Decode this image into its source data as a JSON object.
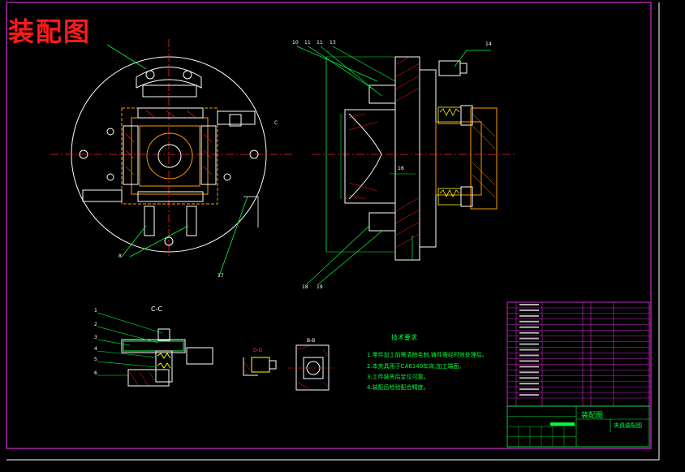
{
  "title": "装配图",
  "section_cc": "C-C",
  "section_dd": "D-D",
  "section_bb": "B-B",
  "tech_req": {
    "title": "技术要求",
    "items": [
      "1.零件加工前需清除毛刺,铸件需经时效处理后。",
      "2.本夹具用于CA6140车床,加工端面。",
      "3.工件装夹后定位可靠。",
      "4.装配后检验配合精度。"
    ]
  },
  "title_block": {
    "drawing_name": "装配图",
    "drawing_sub": "夹具装配图"
  },
  "part_numbers_top": [
    "10",
    "11",
    "11",
    "13",
    "14"
  ],
  "part_numbers_left": [
    "1",
    "2",
    "3",
    "4",
    "5",
    "6"
  ],
  "part_labels": [
    "8",
    "17",
    "18",
    "19",
    "16",
    "C"
  ],
  "colors": {
    "line_white": "#ffffff",
    "line_green": "#00ff3b",
    "line_yellow": "#ffff00",
    "line_red": "#ff2020",
    "line_magenta": "#ff33ff",
    "line_orange": "#ff9900",
    "line_cyan": "#00ffff"
  }
}
